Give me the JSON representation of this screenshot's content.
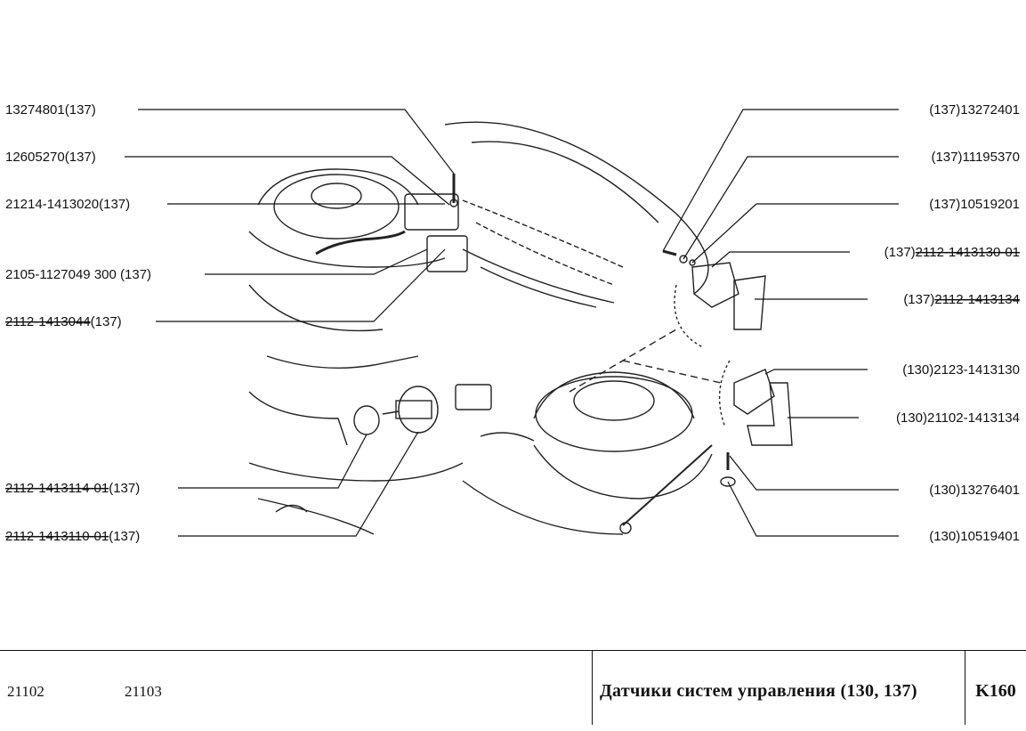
{
  "callouts_left": [
    {
      "text": "13274801(137)",
      "struck": ""
    },
    {
      "text": "12605270(137)",
      "struck": ""
    },
    {
      "text": "21214-1413020(137)",
      "struck": ""
    },
    {
      "text": "2105-1127049  300  (137)",
      "struck": ""
    },
    {
      "prefix": "",
      "struck": "2112-1413044",
      "suffix": "(137)"
    },
    {
      "prefix": "",
      "struck": "2112-1413114-01",
      "suffix": "(137)"
    },
    {
      "prefix": "",
      "struck": "2112-1413110-01",
      "suffix": "(137)"
    }
  ],
  "callouts_right": [
    {
      "prefix": "(137)",
      "struck": "",
      "suffix": "13272401"
    },
    {
      "prefix": "(137)",
      "struck": "",
      "suffix": "11195370"
    },
    {
      "prefix": "(137)",
      "struck": "",
      "suffix": "10519201"
    },
    {
      "prefix": "(137)",
      "struck": "2112-1413130-01",
      "suffix": ""
    },
    {
      "prefix": "(137)",
      "struck": "2112-1413134",
      "suffix": ""
    },
    {
      "prefix": "(130)",
      "struck": "",
      "suffix": "2123-1413130"
    },
    {
      "prefix": "(130)",
      "struck": "",
      "suffix": "21102-1413134"
    },
    {
      "prefix": "(130)",
      "struck": "",
      "suffix": "13276401"
    },
    {
      "prefix": "(130)",
      "struck": "",
      "suffix": "10519401"
    }
  ],
  "footer": {
    "model_1": "21102",
    "model_2": "21103",
    "title": "Датчики систем управления (130, 137)",
    "page_code": "K160"
  }
}
